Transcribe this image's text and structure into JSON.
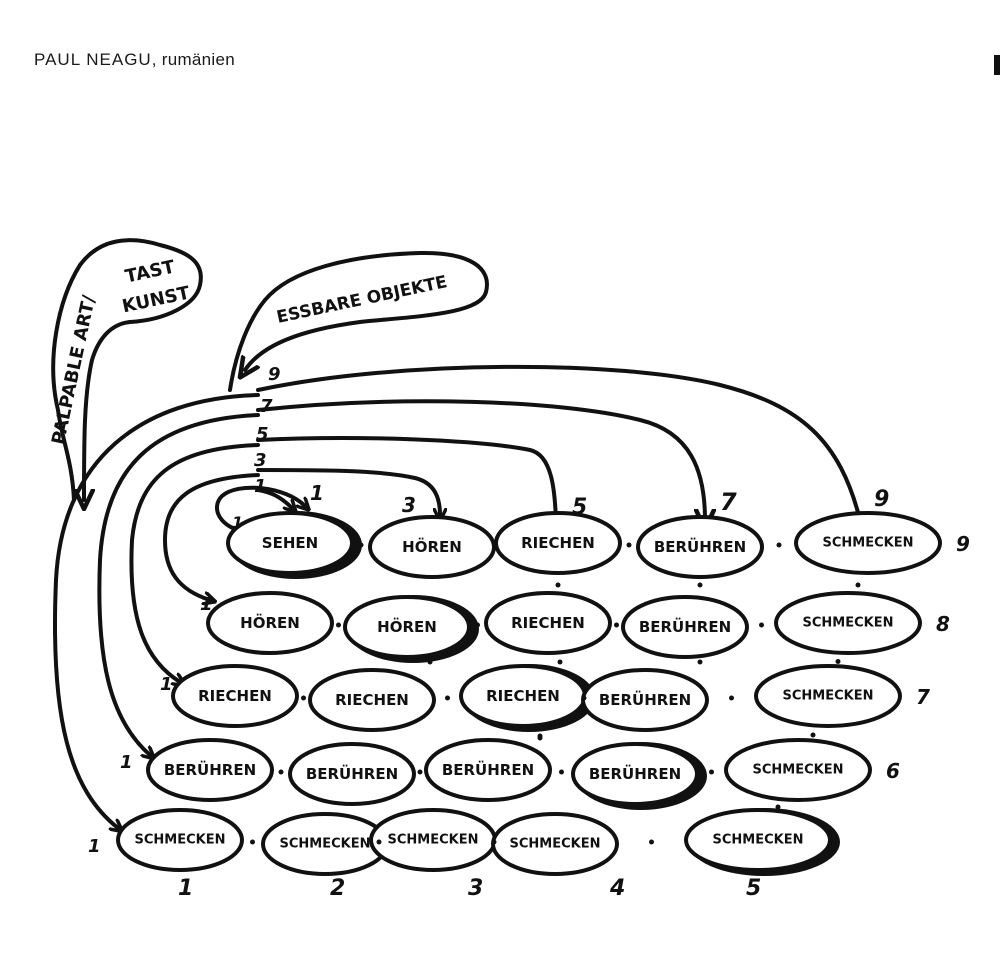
{
  "header": {
    "artist": "PAUL NEAGU",
    "country": "rumänien"
  },
  "callouts": {
    "palpable": {
      "line1": "PALPABLE ART/",
      "line2": "TAST",
      "line3": "KUNST"
    },
    "essbare": "ESSBARE OBJEKTE"
  },
  "loop_numbers": [
    "9",
    "7",
    "5",
    "3",
    "1",
    "1"
  ],
  "top_arrow_numbers": {
    "n1": "1",
    "n3": "3",
    "n5": "5",
    "n7": "7",
    "n9": "9"
  },
  "grid": {
    "rows": [
      {
        "row_number": "9",
        "cells": [
          "SEHEN",
          "HÖREN",
          "RIECHEN",
          "BERÜHREN",
          "SCHMECKEN"
        ]
      },
      {
        "row_number": "8",
        "cells": [
          "HÖREN",
          "HÖREN",
          "RIECHEN",
          "BERÜHREN",
          "SCHMECKEN"
        ]
      },
      {
        "row_number": "7",
        "cells": [
          "RIECHEN",
          "RIECHEN",
          "RIECHEN",
          "BERÜHREN",
          "SCHMECKEN"
        ]
      },
      {
        "row_number": "6",
        "cells": [
          "BERÜHREN",
          "BERÜHREN",
          "BERÜHREN",
          "BERÜHREN",
          "SCHMECKEN"
        ]
      },
      {
        "row_number": "",
        "cells": [
          "SCHMECKEN",
          "SCHMECKEN",
          "SCHMECKEN",
          "SCHMECKEN",
          "SCHMECKEN"
        ]
      }
    ],
    "left_numbers": [
      "1",
      "1",
      "1",
      "1"
    ],
    "column_numbers": [
      "1",
      "2",
      "3",
      "4",
      "5"
    ]
  }
}
